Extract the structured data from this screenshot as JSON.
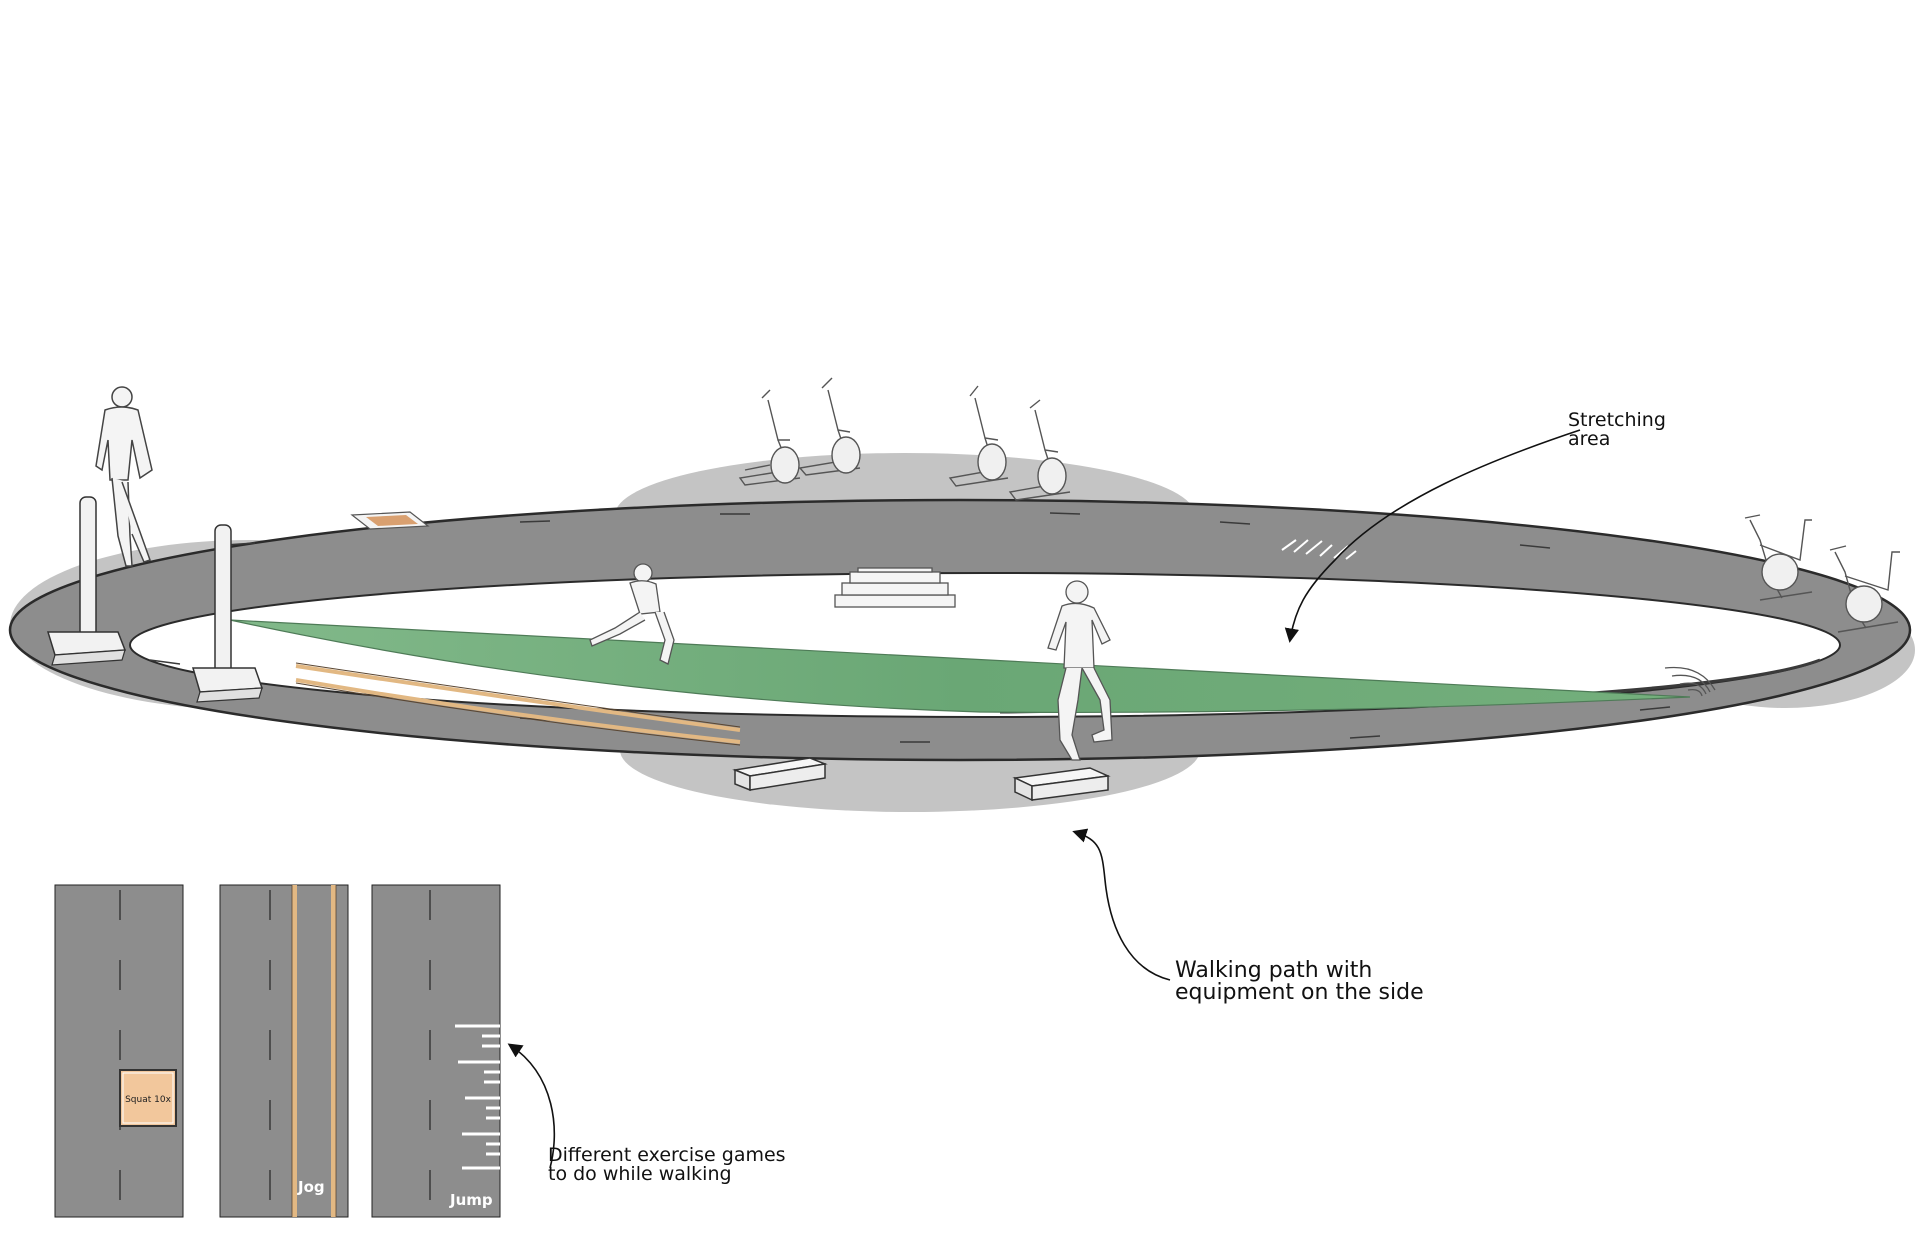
{
  "annotations": {
    "stretching": [
      "Stretching",
      "area"
    ],
    "walking": [
      "Walking path with",
      "equipment on the side"
    ],
    "games": [
      "Different exercise games",
      "to do while walking"
    ]
  },
  "strips": {
    "squat_label": "Squat 10x",
    "jog_label": "Jog",
    "jump_label": "Jump"
  },
  "colors": {
    "track": "#8d8d8d",
    "track_edge": "#2b2b2b",
    "platform": "#c4c4c4",
    "grass": "#6fa97a",
    "jog_line": "#e2b883",
    "squat_pad": "#f2c79c"
  },
  "icons": [
    "walking-person-icon",
    "bollard-icon",
    "elliptical-trainer-icon",
    "stationary-bike-icon",
    "lunging-person-icon",
    "stepping-person-icon",
    "step-box-icon",
    "stairs-icon",
    "arrow-icon"
  ]
}
